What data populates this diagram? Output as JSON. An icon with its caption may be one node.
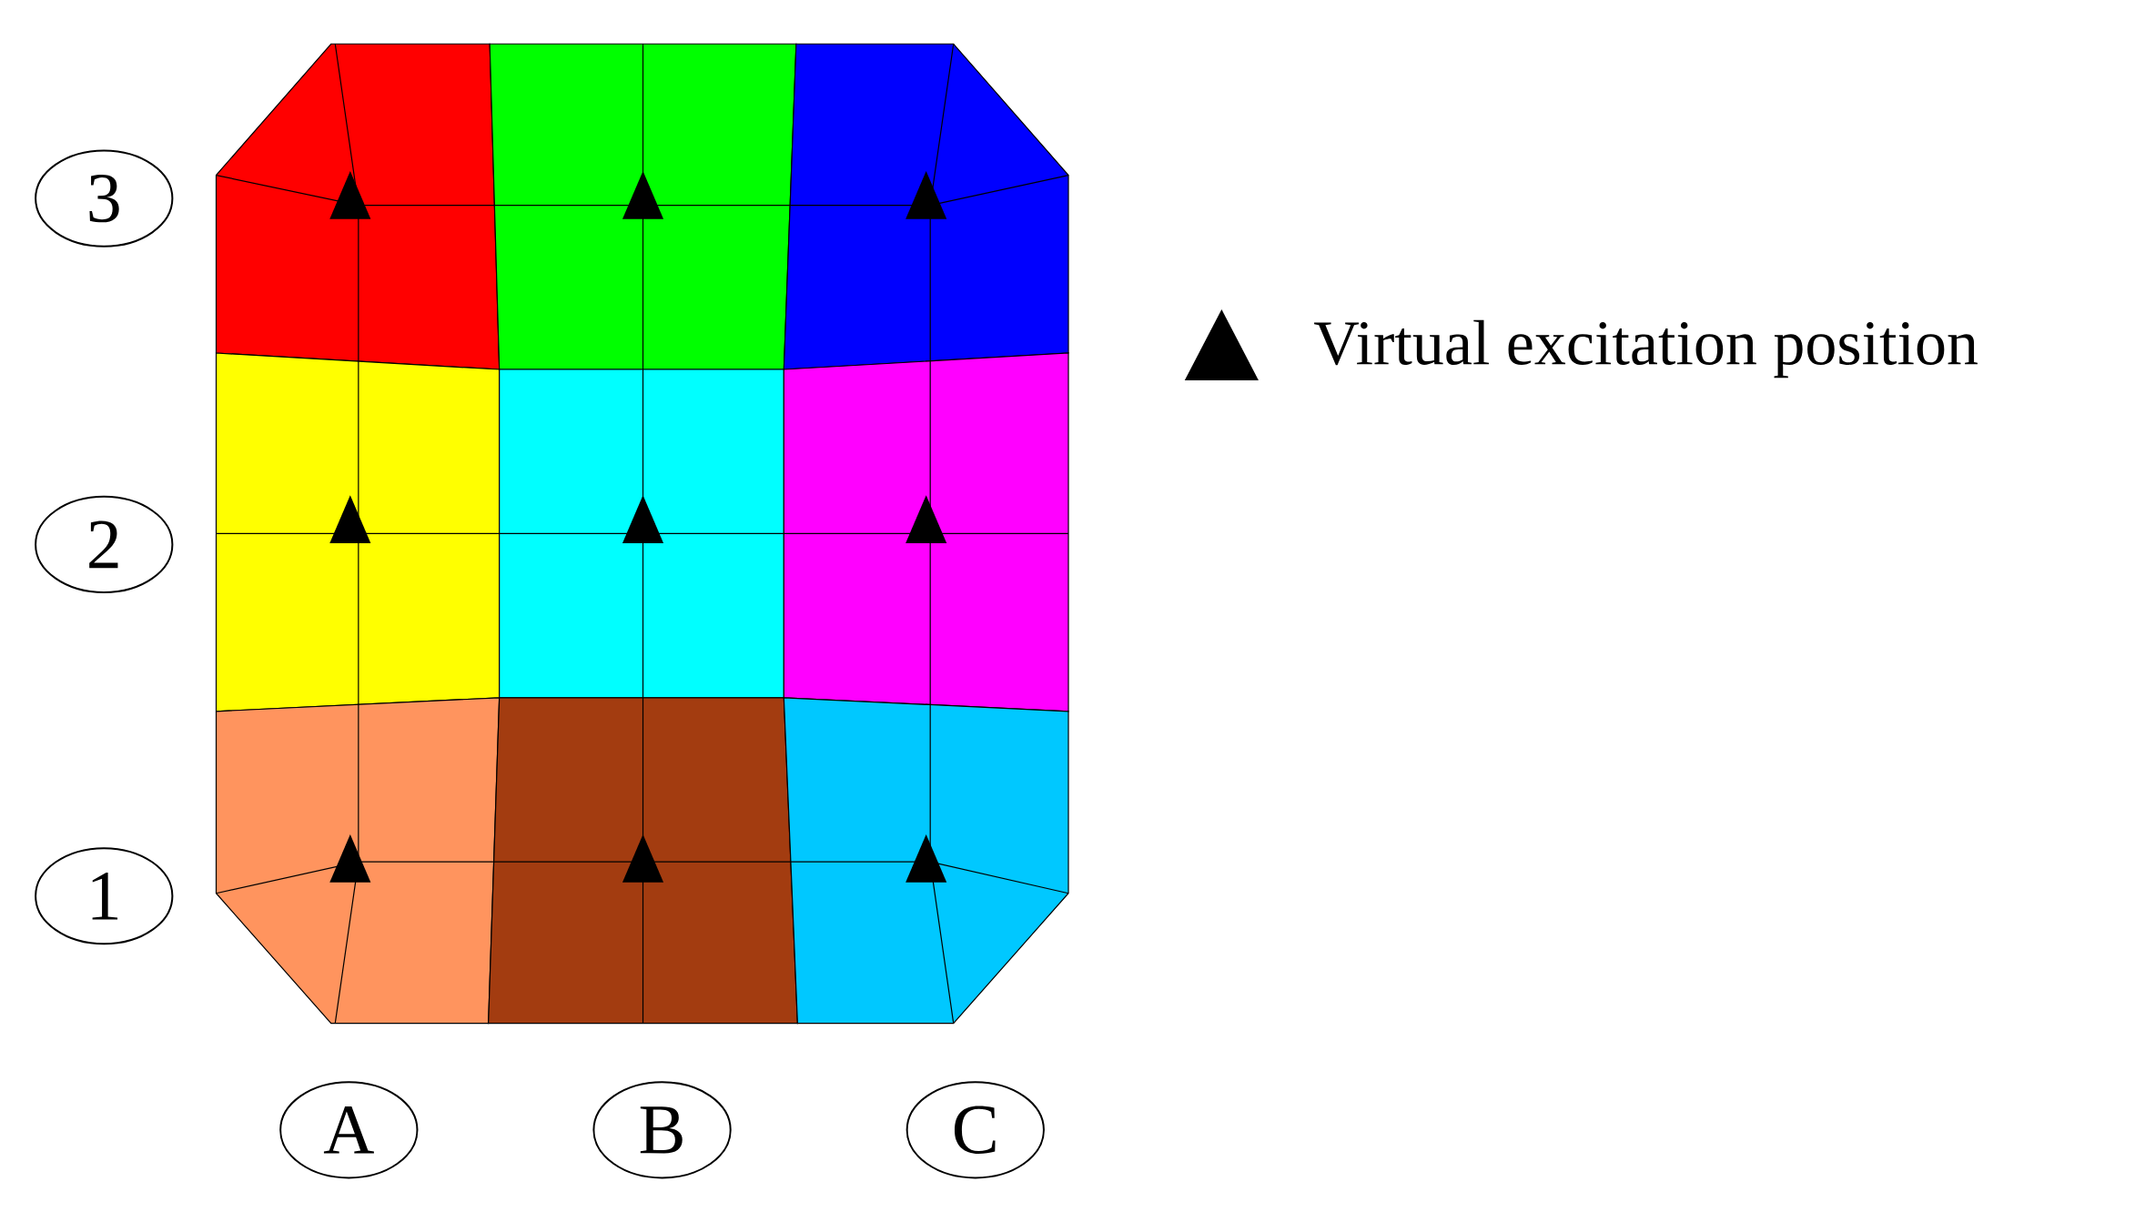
{
  "diagram": {
    "nodes": [
      {
        "text": [
          "3"
        ]
      },
      {
        "text": [
          "2"
        ]
      },
      {
        "text": [
          "1"
        ]
      },
      {
        "text": [
          "A"
        ]
      },
      {
        "text": [
          "B"
        ]
      },
      {
        "text": [
          "C"
        ]
      }
    ],
    "legend": [
      {
        "text": "Virtual excitation position"
      }
    ]
  }
}
